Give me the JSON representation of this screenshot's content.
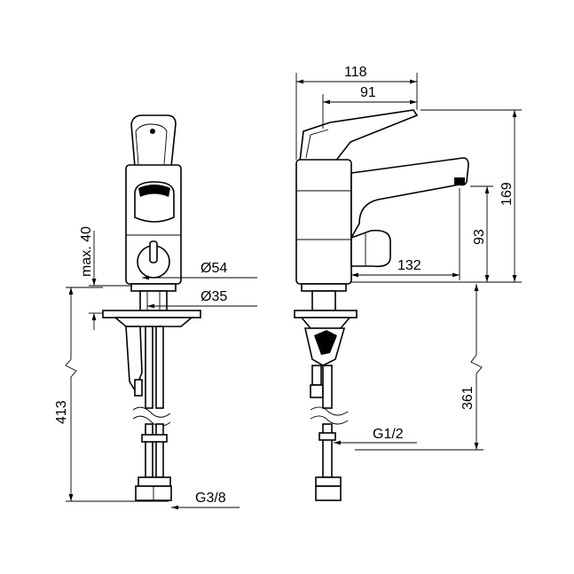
{
  "title": "Single-lever basin mixer dimension drawing",
  "front_view": {
    "max_height_label": "max. 40",
    "diameter_top_label": "Ø54",
    "diameter_bottom_label": "Ø35",
    "total_length_label": "413",
    "connection_label": "G3/8"
  },
  "side_view": {
    "overall_depth_label": "118",
    "lever_depth_label": "91",
    "overall_height_label": "169",
    "spout_height_label": "93",
    "spout_reach_label": "132",
    "pipe_length_label": "361",
    "connection_label": "G1/2"
  }
}
